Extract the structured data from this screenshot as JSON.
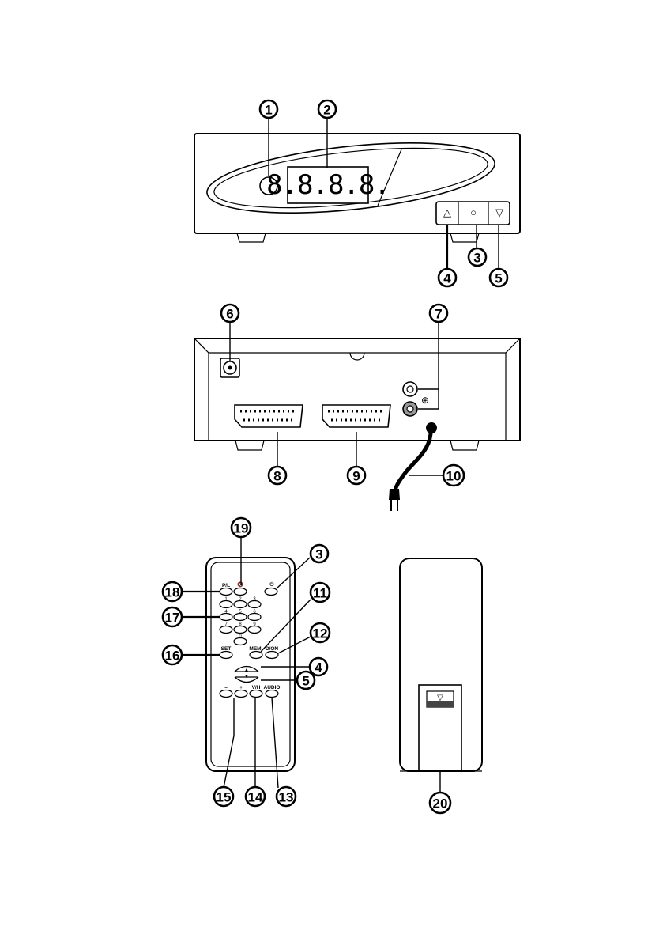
{
  "front_panel": {
    "display_text": "8.8.8.8.",
    "up_symbol": "△",
    "standby_symbol": "○",
    "down_symbol": "▽"
  },
  "rear_panel": {
    "ground_symbol": "⊕"
  },
  "remote": {
    "labels": {
      "pl": "P/L",
      "mute_symbol": "🔇",
      "power_symbol": "⏻",
      "set": "SET",
      "mem": "MEM",
      "doff": "D/ON",
      "vh": "V/H",
      "audio": "AUDIO",
      "minus": "–",
      "plus": "+"
    },
    "digits": [
      "1",
      "2",
      "3",
      "4",
      "5",
      "6",
      "7",
      "8",
      "9",
      "0"
    ]
  },
  "battery_cover": {
    "arrow_symbol": "▽"
  },
  "callouts": [
    "1",
    "2",
    "3",
    "4",
    "5",
    "6",
    "7",
    "8",
    "9",
    "10",
    "11",
    "12",
    "3",
    "4",
    "5",
    "13",
    "14",
    "15",
    "16",
    "17",
    "18",
    "19",
    "20"
  ],
  "colors": {
    "ink": "#000000",
    "paper": "#ffffff",
    "cover_shade": "#444444"
  }
}
